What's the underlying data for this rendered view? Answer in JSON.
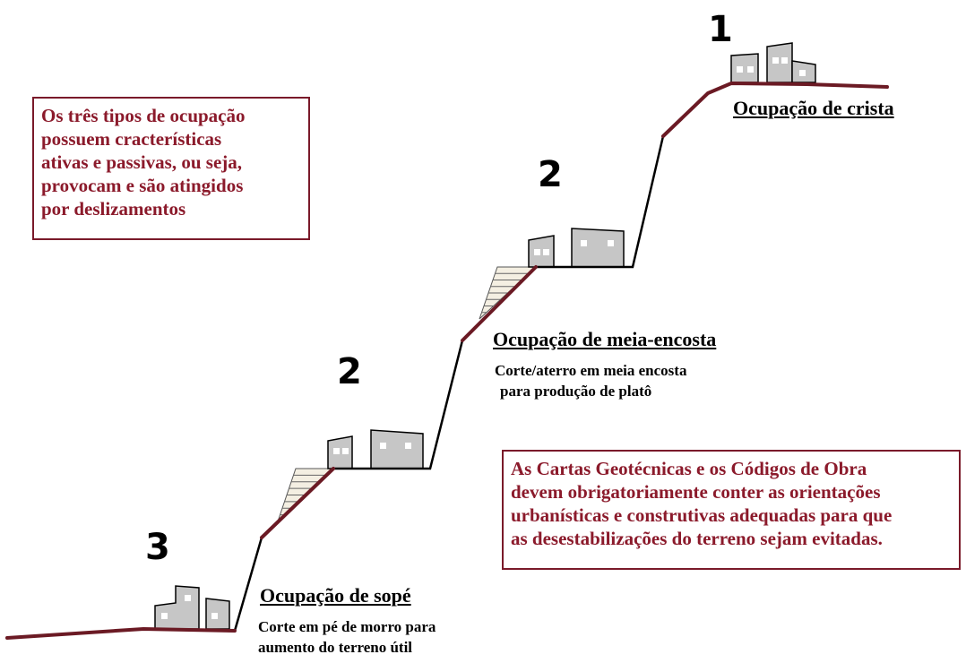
{
  "diagram": {
    "colors": {
      "slope_line": "#000000",
      "occupied_terrain": "#6b1a24",
      "building_fill": "#c6c6c6",
      "building_window": "#ffffff",
      "text_box": "#8b1a2b"
    },
    "numbers": {
      "crest": "1",
      "mid_upper": "2",
      "mid_lower": "2",
      "foot": "3"
    },
    "labels": {
      "crest_title": "Ocupação de crista",
      "mid_title": "Ocupação de meia-encosta",
      "mid_desc": [
        "Corte/aterro em meia encosta",
        "para produção de platô"
      ],
      "foot_title": "Ocupação de sopé",
      "foot_desc": [
        "Corte em pé de morro para",
        "aumento do terreno útil"
      ]
    },
    "box_left": [
      "Os três tipos de ocupação",
      "possuem cracterísticas",
      "ativas e passivas, ou seja,",
      "provocam e são atingidos",
      "por deslizamentos"
    ],
    "box_right": [
      "As Cartas Geotécnicas e os Códigos de Obra",
      "devem obrigatoriamente conter as orientações",
      "urbanísticas e construtivas adequadas para que",
      "as desestabilizações do terreno sejam evitadas."
    ]
  }
}
